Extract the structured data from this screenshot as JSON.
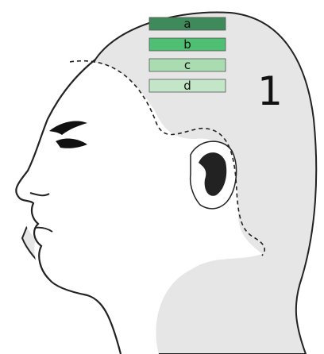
{
  "figure": {
    "zone_number": "1",
    "swatches": [
      {
        "label": "a",
        "color": "#3f8a5a"
      },
      {
        "label": "b",
        "color": "#4fbf73"
      },
      {
        "label": "c",
        "color": "#a9dcb0"
      },
      {
        "label": "d",
        "color": "#c3e6c8"
      }
    ],
    "colors": {
      "head_shade": "#e6e6e6",
      "face": "#ffffff",
      "outline": "#222222",
      "dashed": "#222222"
    }
  }
}
